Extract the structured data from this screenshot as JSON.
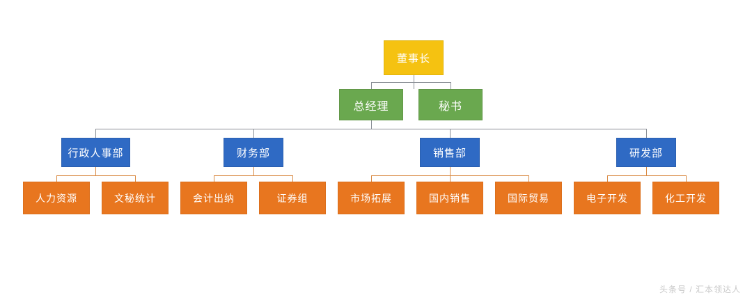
{
  "chart": {
    "type": "org-chart",
    "title": "",
    "levels": 4,
    "colors": {
      "level1": "#f5c211",
      "level2": "#6aa84f",
      "level3": "#2f6ac4",
      "level4": "#e8761f",
      "connector_gray": "#8a8f96",
      "connector_orange": "#d98a43",
      "background": "#ffffff",
      "node_text": "#ffffff"
    }
  },
  "nodes": {
    "chairman": {
      "label": "董事长"
    },
    "level2": [
      {
        "label": "总经理"
      },
      {
        "label": "秘书"
      }
    ],
    "departments": [
      {
        "label": "行政人事部",
        "children": [
          {
            "label": "人力资源"
          },
          {
            "label": "文秘统计"
          }
        ]
      },
      {
        "label": "财务部",
        "children": [
          {
            "label": "会计出纳"
          },
          {
            "label": "证券组"
          }
        ]
      },
      {
        "label": "销售部",
        "children": [
          {
            "label": "市场拓展"
          },
          {
            "label": "国内销售"
          },
          {
            "label": "国际贸易"
          }
        ]
      },
      {
        "label": "研发部",
        "children": [
          {
            "label": "电子开发"
          },
          {
            "label": "化工开发"
          }
        ]
      }
    ]
  },
  "watermark": {
    "text": "头条号 / 汇本领达人"
  }
}
